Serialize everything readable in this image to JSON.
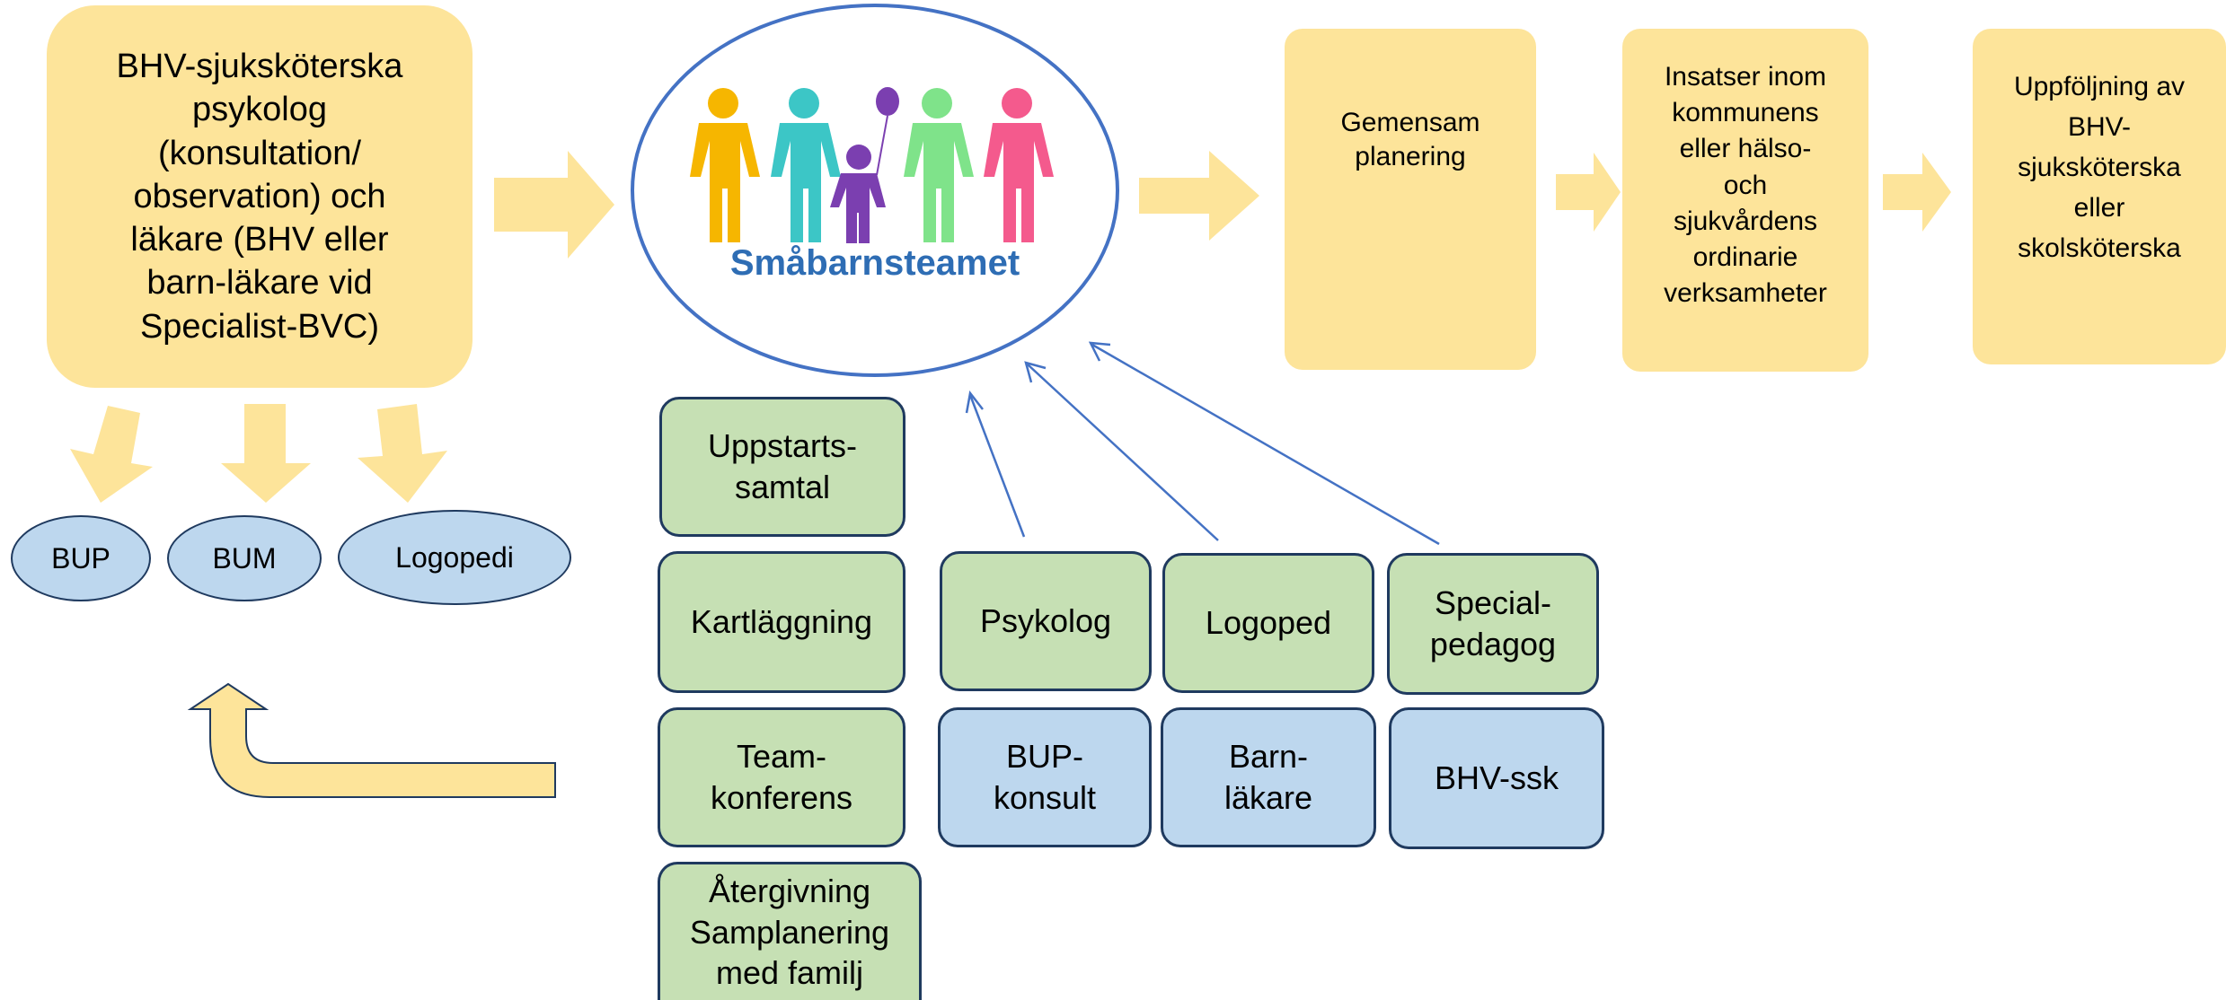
{
  "colors": {
    "yellow": "#fde49a",
    "green": "#c6e0b4",
    "blue": "#bdd7ee",
    "dark_outline": "#1f3a5f",
    "arrow_line": "#4472c4",
    "logo_text": "#2e6db4"
  },
  "main_box": {
    "text": "BHV-sjuksköterska\npsykolog\n(konsultation/\nobservation) och\nläkare (BHV eller\nbarn-läkare vid\nSpecialist-BVC)"
  },
  "referrals": [
    "BUP",
    "BUM",
    "Logopedi"
  ],
  "logo": {
    "text": "Småbarnsteamet",
    "icon": "family-people-icon"
  },
  "process_steps": [
    "Gemensam\nplanering",
    "Insatser inom\nkommunens\neller hälso-\noch\nsjukvårdens\nordinarie\nverksamheter",
    "Uppföljning av\nBHV-\nsjuksköterska\neller\nskolsköterska"
  ],
  "team_steps": [
    "Uppstarts-\nsamtal",
    "Kartläggning",
    "Team-\nkonferens",
    "Återgivning\nSamplanering\nmed familj"
  ],
  "specialists": [
    "Psykolog",
    "Logoped",
    "Special-\npedagog"
  ],
  "consultants": [
    "BUP-\nkonsult",
    "Barn-\nläkare",
    "BHV-ssk"
  ]
}
